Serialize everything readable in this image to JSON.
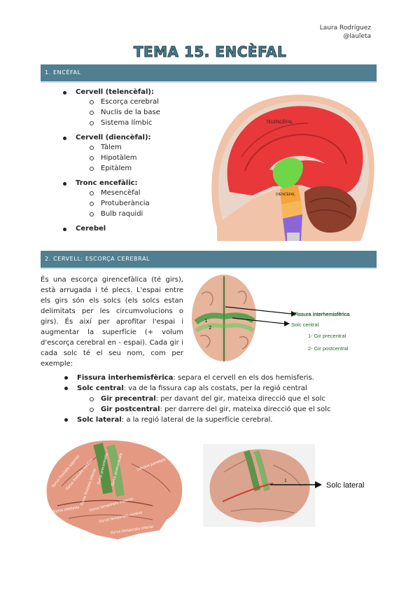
{
  "author": {
    "name": "Laura Rodríguez",
    "handle": "@lauleta"
  },
  "title": "TEMA 15. ENCÈFAL",
  "section1": {
    "heading": "1.  ENCÈFAL",
    "groups": [
      {
        "label": "Cervell (telencèfal):",
        "items": [
          "Escorça cerebral",
          "Nuclis de la base",
          "Sistema límbic"
        ]
      },
      {
        "label": "Cervell (diencèfal):",
        "items": [
          "Tàlem",
          "Hipotàlem",
          "Epitàlem"
        ]
      },
      {
        "label": "Tronc encefàlic:",
        "items": [
          "Mesencèfal",
          "Protuberància",
          "Bulb raquidi"
        ]
      },
      {
        "label": "Cerebel",
        "items": []
      }
    ],
    "figure_labels": {
      "telencefal": "TELENCÈFAL",
      "diencefal": "DIENCÈFAL"
    }
  },
  "section2": {
    "heading": "2.  CERVELL: ESCORÇA CEREBRAL",
    "paragraph": "És una escorça girencefàlica (té girs), està arrugada i té plecs. L'espai entre els girs són els solcs (els solcs estan delimitats per les circumvolucions o girs). És així per aprofitar l'espai i augmentar la superfície (+ volum d'escorça cerebral en - espai). Cada gir i cada solc té el seu nom, com per exemple:",
    "figure_labels": {
      "fissura": "Fissura interhemisfèrica",
      "solc_central": "Solc central",
      "gir_pre": "1- Gir precentral",
      "gir_post": "2- Gir postcentral",
      "num1": "1",
      "num2": "2"
    },
    "bullets": {
      "b1_term": "Fissura interhemisfèrica",
      "b1_text": ": separa el cervell en els dos hemisferis.",
      "b2_term": "Solc central",
      "b2_text": ": va de la fissura cap als costats, per la regió central",
      "b2a_term": "Gir precentral",
      "b2a_text": ": per davant del gir, mateixa direcció que el solc",
      "b2b_term": "Gir postcentral",
      "b2b_text": ": per darrere del gir, mateixa direcció que el solc",
      "b3_term": "Solc lateral",
      "b3_text": ": a la regió lateral de la superfície cerebral."
    },
    "lateral_label": "Solc lateral",
    "gyri_labels": [
      "Gyrus frontalis superior",
      "Gyrus frontalis medius",
      "Gyrus precentralis",
      "Gyrus postcentralis",
      "Lobulus parietalis",
      "Gyrus temporalis superior",
      "Gyrus temporalis medius",
      "Gyrus temporalis inferior",
      "Gyrus orbitales",
      "Gyrus frontalis inferior"
    ]
  }
}
